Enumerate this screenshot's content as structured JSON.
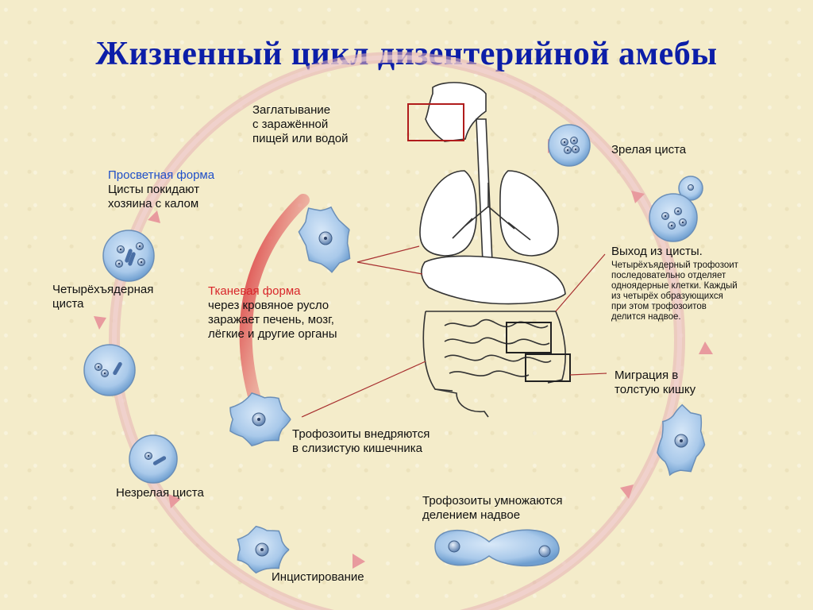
{
  "title": "Жизненный цикл дизентерийной амебы",
  "colors": {
    "title": "#0c1ea8",
    "cycle_arrow": "#e6a6aa",
    "tissue_arrow": "#d8262a",
    "cell_fill": "#a9c9ea",
    "luminal_label": "#1f4fc8",
    "tissue_label": "#d8262a",
    "background": "#f4ecca"
  },
  "labels": {
    "ingestion": [
      "Заглатывание",
      "с заражённой",
      "пищей или водой"
    ],
    "mature_cyst": "Зрелая циста",
    "excystation_title": "Выход из цисты.",
    "excystation_desc": [
      "Четырёхъядерный трофозоит",
      "последовательно отделяет",
      "одноядерные клетки. Каждый",
      "из четырёх образующихся",
      "при этом трофозоитов",
      "делится надвое."
    ],
    "migration": [
      "Миграция в",
      "толстую кишку"
    ],
    "multiply": [
      "Трофозоиты умножаются",
      "делением надвое"
    ],
    "encystation": "Инцистирование",
    "immature_cyst": "Незрелая циста",
    "four_nuclear_cyst": [
      "Четырёхъядерная",
      "циста"
    ],
    "luminal_title": "Просветная форма",
    "luminal_desc": [
      "Цисты покидают",
      "хозяина с калом"
    ],
    "tissue_title": "Тканевая форма",
    "tissue_desc": [
      "через кровяное русло",
      "заражает печень, мозг,",
      "лёгкие и другие органы"
    ],
    "invade": [
      "Трофозоиты внедряются",
      "в слизистую кишечника"
    ]
  }
}
